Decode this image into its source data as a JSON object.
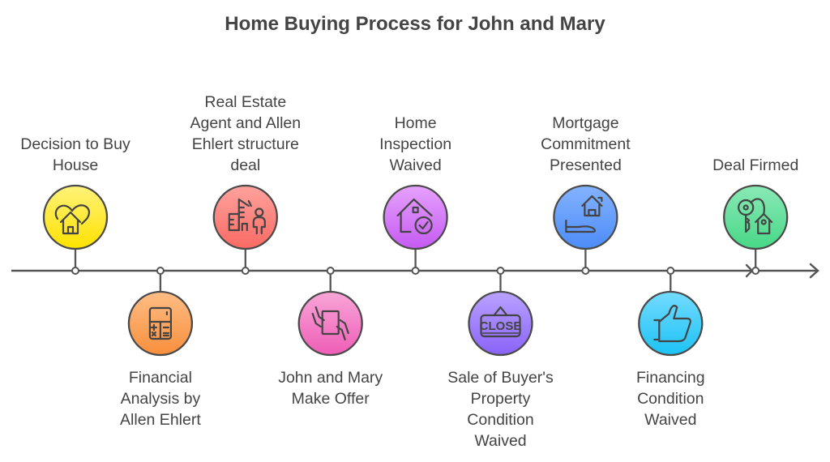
{
  "title": "Home Buying Process for John and Mary",
  "events": [
    {
      "label": [
        "Decision to Buy",
        "House"
      ],
      "position": "top",
      "icon": "heart-house-icon",
      "colors": [
        "#fff27a",
        "#ffe200"
      ]
    },
    {
      "label": [
        "Financial",
        "Analysis by",
        "Allen Ehlert"
      ],
      "position": "bottom",
      "icon": "calculator-icon",
      "colors": [
        "#ffbd85",
        "#f88f3c"
      ]
    },
    {
      "label": [
        "Real Estate",
        "Agent and Allen",
        "Ehlert structure",
        "deal"
      ],
      "position": "top",
      "icon": "building-agent-icon",
      "colors": [
        "#ffa29d",
        "#fa6a64"
      ]
    },
    {
      "label": [
        "John and Mary",
        "Make Offer"
      ],
      "position": "bottom",
      "icon": "hands-document-icon",
      "colors": [
        "#f8a6d8",
        "#ef5db7"
      ]
    },
    {
      "label": [
        "Home",
        "Inspection",
        "Waived"
      ],
      "position": "top",
      "icon": "house-check-icon",
      "colors": [
        "#e6a2fc",
        "#c55af3"
      ]
    },
    {
      "label": [
        "Sale of Buyer's",
        "Property",
        "Condition",
        "Waived"
      ],
      "position": "bottom",
      "icon": "close-sign-icon",
      "colors": [
        "#b9a2ff",
        "#8a63f8"
      ]
    },
    {
      "label": [
        "Mortgage",
        "Commitment",
        "Presented"
      ],
      "position": "top",
      "icon": "hand-house-icon",
      "colors": [
        "#84b3ff",
        "#4c8cf7"
      ]
    },
    {
      "label": [
        "Financing",
        "Condition",
        "Waived"
      ],
      "position": "bottom",
      "icon": "thumbs-up-icon",
      "colors": [
        "#74dbff",
        "#1cc2f5"
      ]
    },
    {
      "label": [
        "Deal Firmed"
      ],
      "position": "top",
      "icon": "key-house-icon",
      "colors": [
        "#8ae9b6",
        "#47d887"
      ]
    }
  ]
}
